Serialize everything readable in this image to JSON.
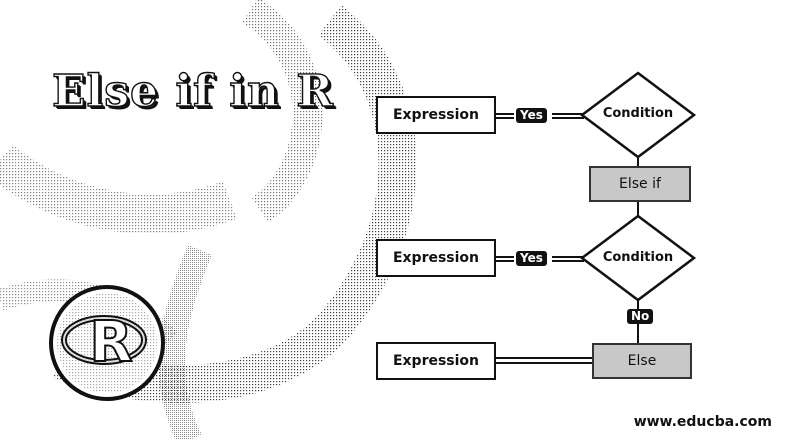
{
  "title": "Else if in R",
  "logo": {
    "letter": "R"
  },
  "flowchart": {
    "expression_1": "Expression",
    "condition_1": "Condition",
    "yes_1": "Yes",
    "else_if": "Else if",
    "expression_2": "Expression",
    "condition_2": "Condition",
    "yes_2": "Yes",
    "no": "No",
    "expression_3": "Expression",
    "else": "Else"
  },
  "watermark": "www.educba.com"
}
